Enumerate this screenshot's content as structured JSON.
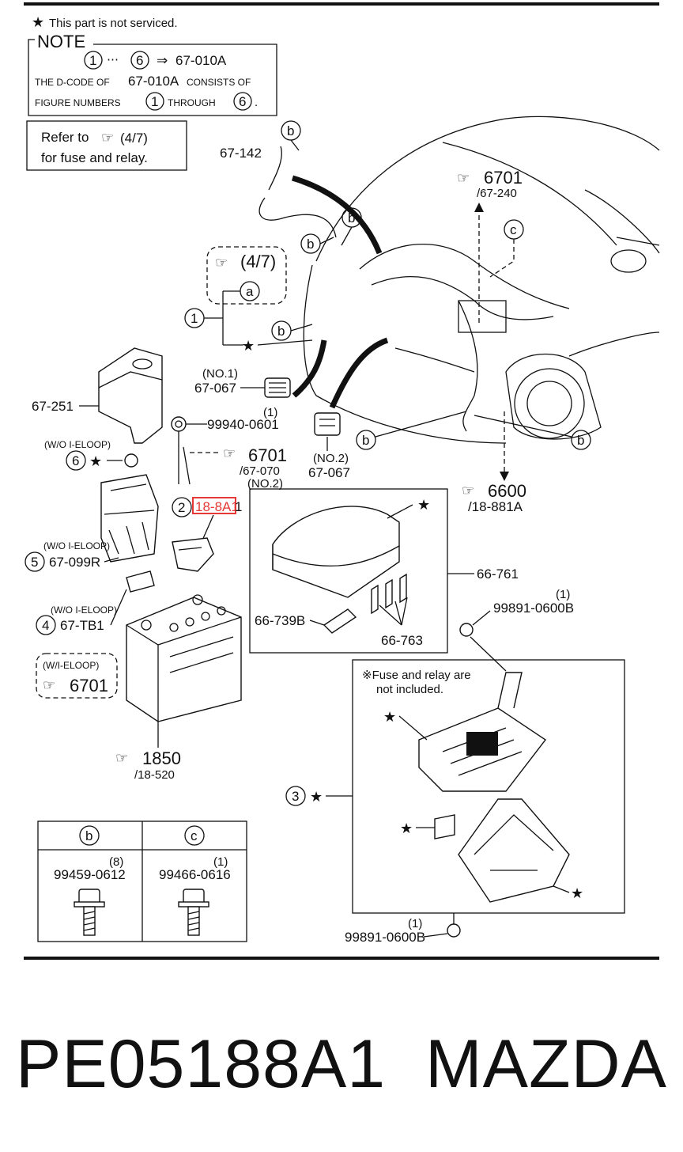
{
  "header": {
    "not_serviced": "This part is not serviced.",
    "note_title": "NOTE",
    "note_range_start": "1",
    "note_range_sep": "⋯",
    "note_range_end": "6",
    "note_arrow": "⇒",
    "note_code": "67-010A",
    "note_line2_a": "THE D-CODE OF",
    "note_line2_b": "67-010A",
    "note_line2_c": "CONSISTS OF",
    "note_line3_a": "FIGURE NUMBERS",
    "note_line3_start": "1",
    "note_line3_b": "THROUGH",
    "note_line3_end": "6",
    "note_line3_c": ".",
    "refer_line1": "Refer to",
    "refer_page": "(4/7)",
    "refer_line2": "for fuse and relay."
  },
  "callouts": {
    "c1": "1",
    "c2": "2",
    "c3": "3",
    "c4": "4",
    "c5": "5",
    "c6": "6",
    "a": "a",
    "b": "b",
    "c": "c"
  },
  "labels": {
    "p67_142": "67-142",
    "ref_4_7": "(4/7)",
    "ref_6701_top": "6701",
    "ref_67_240": "/67-240",
    "no1": "(NO.1)",
    "p67_067_a": "67-067",
    "no2": "(NO.2)",
    "p67_067_b": "67-067",
    "p67_251": "67-251",
    "qty_1_a": "(1)",
    "p99940": "99940-0601",
    "woiloop_6": "(W/O I-ELOOP)",
    "ref_6701_mid": "6701",
    "ref_67_070": "/67-070",
    "no2_b": "(NO.2)",
    "p18_8a1": "18-8A1",
    "ref_6600": "6600",
    "ref_18_881a": "/18-881A",
    "woiloop_5": "(W/O I-ELOOP)",
    "p67_099r": "67-099R",
    "woiloop_4": "(W/O I-ELOOP)",
    "p67_tb1": "67-TB1",
    "wiloop": "(W/I-ELOOP)",
    "ref_6701_bot": "6701",
    "p66_761": "66-761",
    "p66_739b": "66-739B",
    "p66_763": "66-763",
    "qty_1_b": "(1)",
    "p99891_a": "99891-0600B",
    "fuse_note1": "※Fuse and relay are",
    "fuse_note2": "not included.",
    "ref_1850": "1850",
    "ref_18_520": "/18-520",
    "qty_1_c": "(1)",
    "p99891_b": "99891-0600B"
  },
  "bolt_table": {
    "headers": [
      "b",
      "c"
    ],
    "qty": [
      "(8)",
      "(1)"
    ],
    "parts": [
      "99459-0612",
      "99466-0616"
    ]
  },
  "footer": {
    "part_number": "PE05188A1",
    "brand": "MAZDA"
  },
  "colors": {
    "highlight": "#e53935",
    "ink": "#111111"
  }
}
